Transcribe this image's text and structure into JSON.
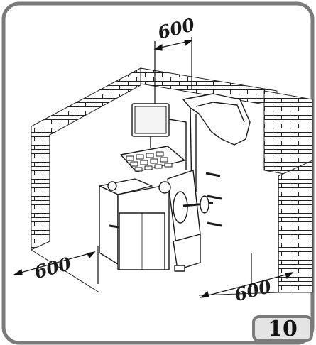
{
  "figure": {
    "dimensions": {
      "top": "600",
      "left": "600",
      "right": "600"
    },
    "page_number": "10",
    "colors": {
      "frame": "#7a7a7a",
      "badge_fill": "#e4e4e4",
      "line": "#1a1a1a"
    }
  }
}
